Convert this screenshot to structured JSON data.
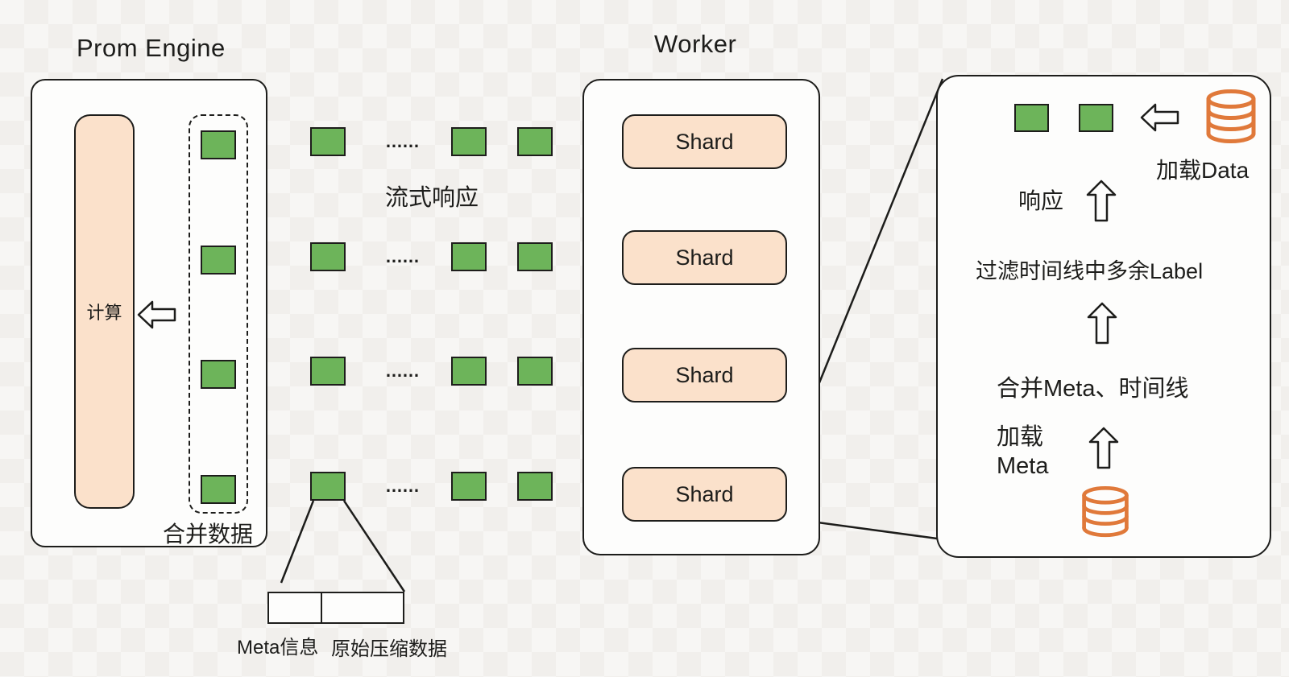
{
  "colors": {
    "chunk_green": "#6db45a",
    "peach": "#fbe1cb",
    "database_orange": "#e0793a",
    "line_black": "#1d1d1b",
    "box_fill": "#fdfdfc",
    "background": "#f7f6f4"
  },
  "prom_engine": {
    "title": "Prom Engine",
    "compute_label": "计算",
    "merge_label": "合并数据"
  },
  "stream": {
    "label": "流式响应",
    "ellipsis": "……"
  },
  "worker": {
    "title": "Worker",
    "shards": [
      {
        "label": "Shard"
      },
      {
        "label": "Shard"
      },
      {
        "label": "Shard"
      },
      {
        "label": "Shard"
      }
    ]
  },
  "shard_detail": {
    "load_data_label": "加载Data",
    "response_label": "响应",
    "filter_label": "过滤时间线中多余Label",
    "merge_label": "合并Meta、时间线",
    "load_meta_line1": "加载",
    "load_meta_line2": "Meta"
  },
  "chunk_structure": {
    "meta_label": "Meta信息",
    "raw_label": "原始压缩数据"
  }
}
